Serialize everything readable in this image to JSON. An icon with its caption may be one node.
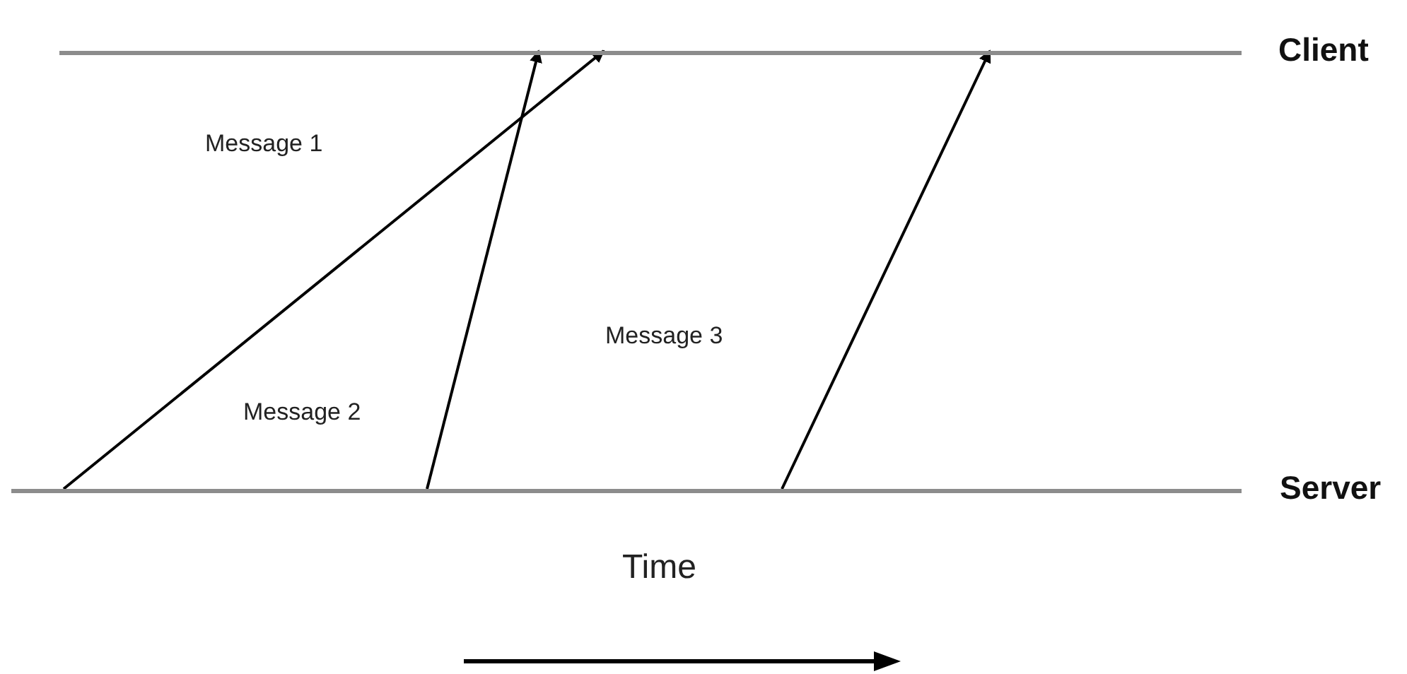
{
  "diagram": {
    "nodes": [
      {
        "text": [
          "Client"
        ]
      },
      {
        "text": [
          "Server"
        ]
      }
    ],
    "edges": [
      {
        "from": 1,
        "to": 0,
        "arrow": "to",
        "label": "Message 1"
      },
      {
        "from": 1,
        "to": 0,
        "arrow": "to",
        "label": "Message 2"
      },
      {
        "from": 1,
        "to": 0,
        "arrow": "to",
        "label": "Message 3"
      }
    ],
    "labels": [
      "Time"
    ]
  }
}
